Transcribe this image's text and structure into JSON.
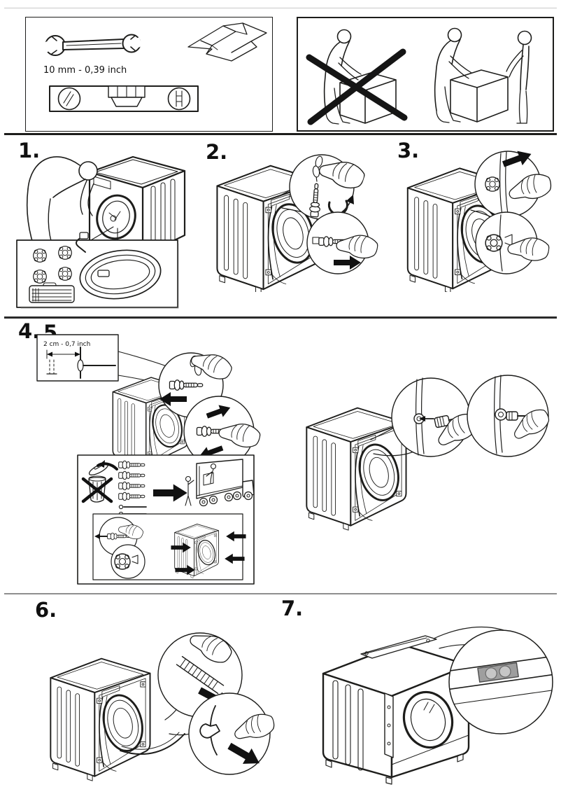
{
  "colors": {
    "line": "#1d1d1b",
    "divider_dark": "#1d1d1b",
    "divider_light": "#8f8f8f",
    "arrow_fill": "#111111",
    "level_gray": "#9e9e9e"
  },
  "tools_panel": {
    "wrench_size_label": "10 mm - 0,39 inch",
    "items": [
      "open-end-wrench",
      "hose-guide-bracket",
      "spirit-level"
    ]
  },
  "lifting_panel": {
    "wrong": "single-person-lift-crossed-out",
    "right": "two-person-lift"
  },
  "labels": {
    "wall_gap": "2 cm - 0,7 inch"
  },
  "steps": [
    {
      "label": "1.",
      "scene": "unpack-accessory-kit"
    },
    {
      "label": "2.",
      "scene": "unscrew-and-remove-transport-bolts"
    },
    {
      "label": "3.",
      "scene": "insert-plastic-caps"
    },
    {
      "label": "4.",
      "scene": "keep-transport-bolts-for-future-moves"
    },
    {
      "label": "5.",
      "scene": "connect-inlet-hose-to-wall-tap"
    },
    {
      "label": "6.",
      "scene": "position-drain-hose"
    },
    {
      "label": "7.",
      "scene": "level-the-machine"
    }
  ]
}
